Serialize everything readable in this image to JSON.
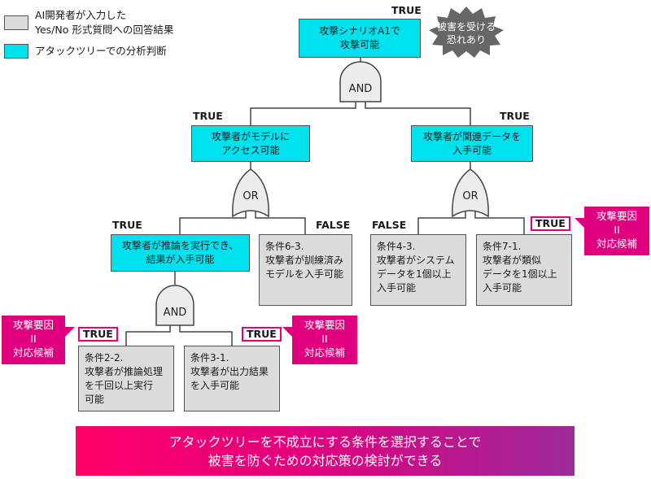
{
  "legend": [
    {
      "label": "AI開発者が入力した\nYes/No 形式質問への回答結果",
      "color": "#dcdcdc"
    },
    {
      "label": "アタックツリーでの分析判断",
      "color": "#00e1ee"
    }
  ],
  "colors": {
    "analysis": "#00e1ee",
    "answer": "#dcdcdc",
    "accent": "#e0007f",
    "risk_badge": "#666666"
  },
  "tree": {
    "root": {
      "label": "攻撃シナリオA1で\n攻撃可能",
      "result": "TRUE"
    },
    "root_gate": "AND",
    "risk_badge": "被害を受ける\n恐れあり",
    "left": {
      "label": "攻撃者がモデルに\nアクセス可能",
      "result": "TRUE",
      "gate": "OR"
    },
    "right": {
      "label": "攻撃者が関連データを\n入手可能",
      "result": "TRUE",
      "gate": "OR"
    },
    "left_left": {
      "label": "攻撃者が推論を実行でき、\n結果が入手可能",
      "result": "TRUE",
      "gate": "AND"
    },
    "left_right": {
      "label": "条件6-3.\n攻撃者が訓練済み\nモデルを入手可能",
      "result": "FALSE"
    },
    "right_left": {
      "label": "条件4-3.\n攻撃者がシステム\nデータを1個以上\n入手可能",
      "result": "FALSE"
    },
    "right_right": {
      "label": "条件7-1.\n攻撃者が類似\nデータを1個以上\n入手可能",
      "result": "TRUE"
    },
    "ll_left": {
      "label": "条件2-2.\n攻撃者が推論処理\nを千回以上実行\n可能",
      "result": "TRUE"
    },
    "ll_right": {
      "label": "条件3-1.\n攻撃者が出力結果\nを入手可能",
      "result": "TRUE"
    }
  },
  "callouts": {
    "factor": "攻撃要因\nII\n対応候補"
  },
  "banner": "アタックツリーを不成立にする条件を選択することで\n被害を防ぐための対応策の検討ができる"
}
